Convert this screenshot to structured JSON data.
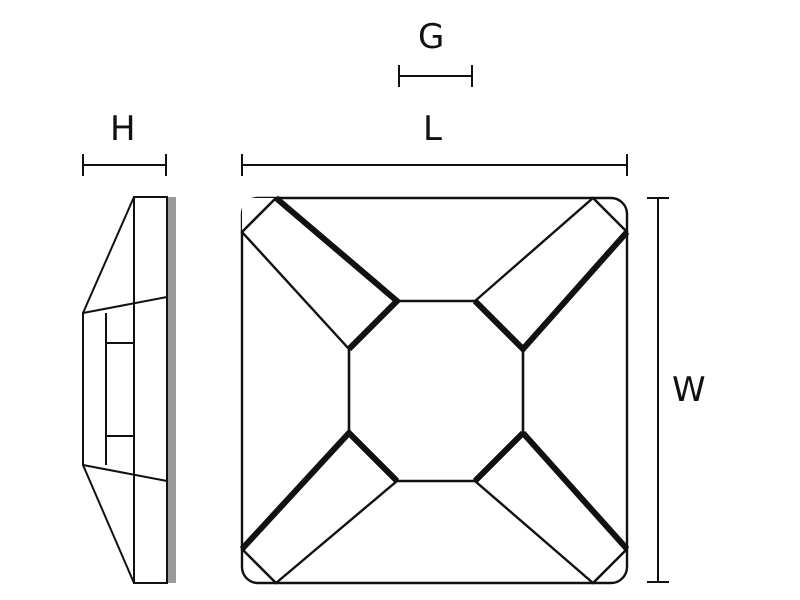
{
  "dimensions": {
    "g": "G",
    "h": "H",
    "l": "L",
    "w": "W"
  },
  "colors": {
    "line": "#111111",
    "edge_shade": "#9a9a9a",
    "background": "#ffffff"
  }
}
